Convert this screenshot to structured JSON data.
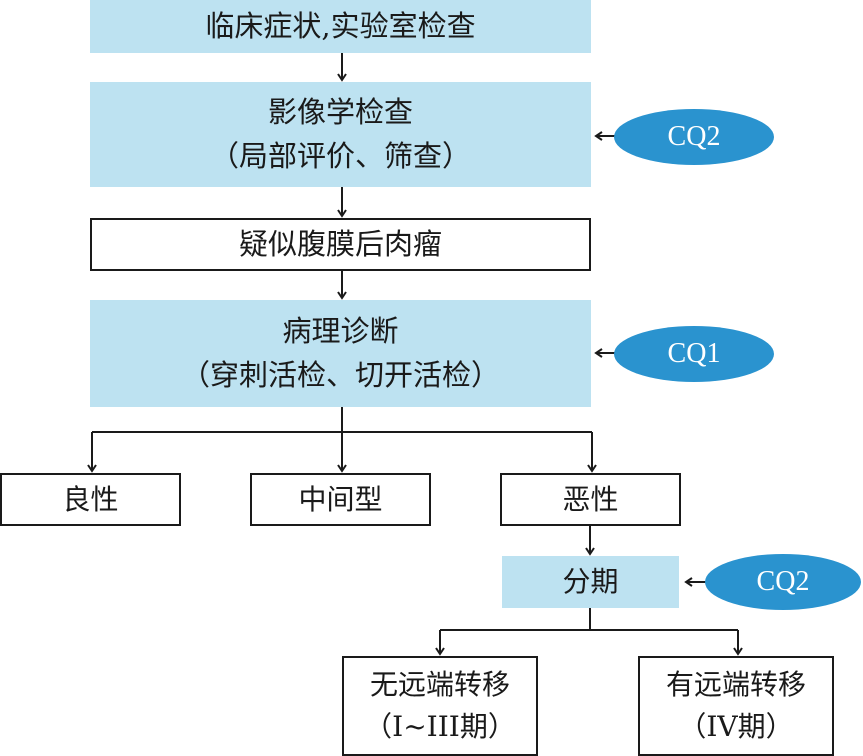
{
  "nodes": {
    "clinical": "临床症状,实验室检查",
    "imaging_title": "影像学检查",
    "imaging_sub": "（局部评价、筛查）",
    "suspected": "疑似腹膜后肉瘤",
    "pathology_title": "病理诊断",
    "pathology_sub": "（穿刺活检、切开活检）",
    "benign": "良性",
    "intermediate": "中间型",
    "malignant": "恶性",
    "staging": "分期",
    "no_metastasis_title": "无远端转移",
    "no_metastasis_sub": "（I~III期）",
    "metastasis_title": "有远端转移",
    "metastasis_sub": "（IV期）"
  },
  "badges": {
    "imaging": "CQ2",
    "pathology": "CQ1",
    "staging": "CQ2"
  },
  "colors": {
    "fill": "#bde2f1",
    "badge": "#2a93cf",
    "line": "#1a1a1a"
  }
}
